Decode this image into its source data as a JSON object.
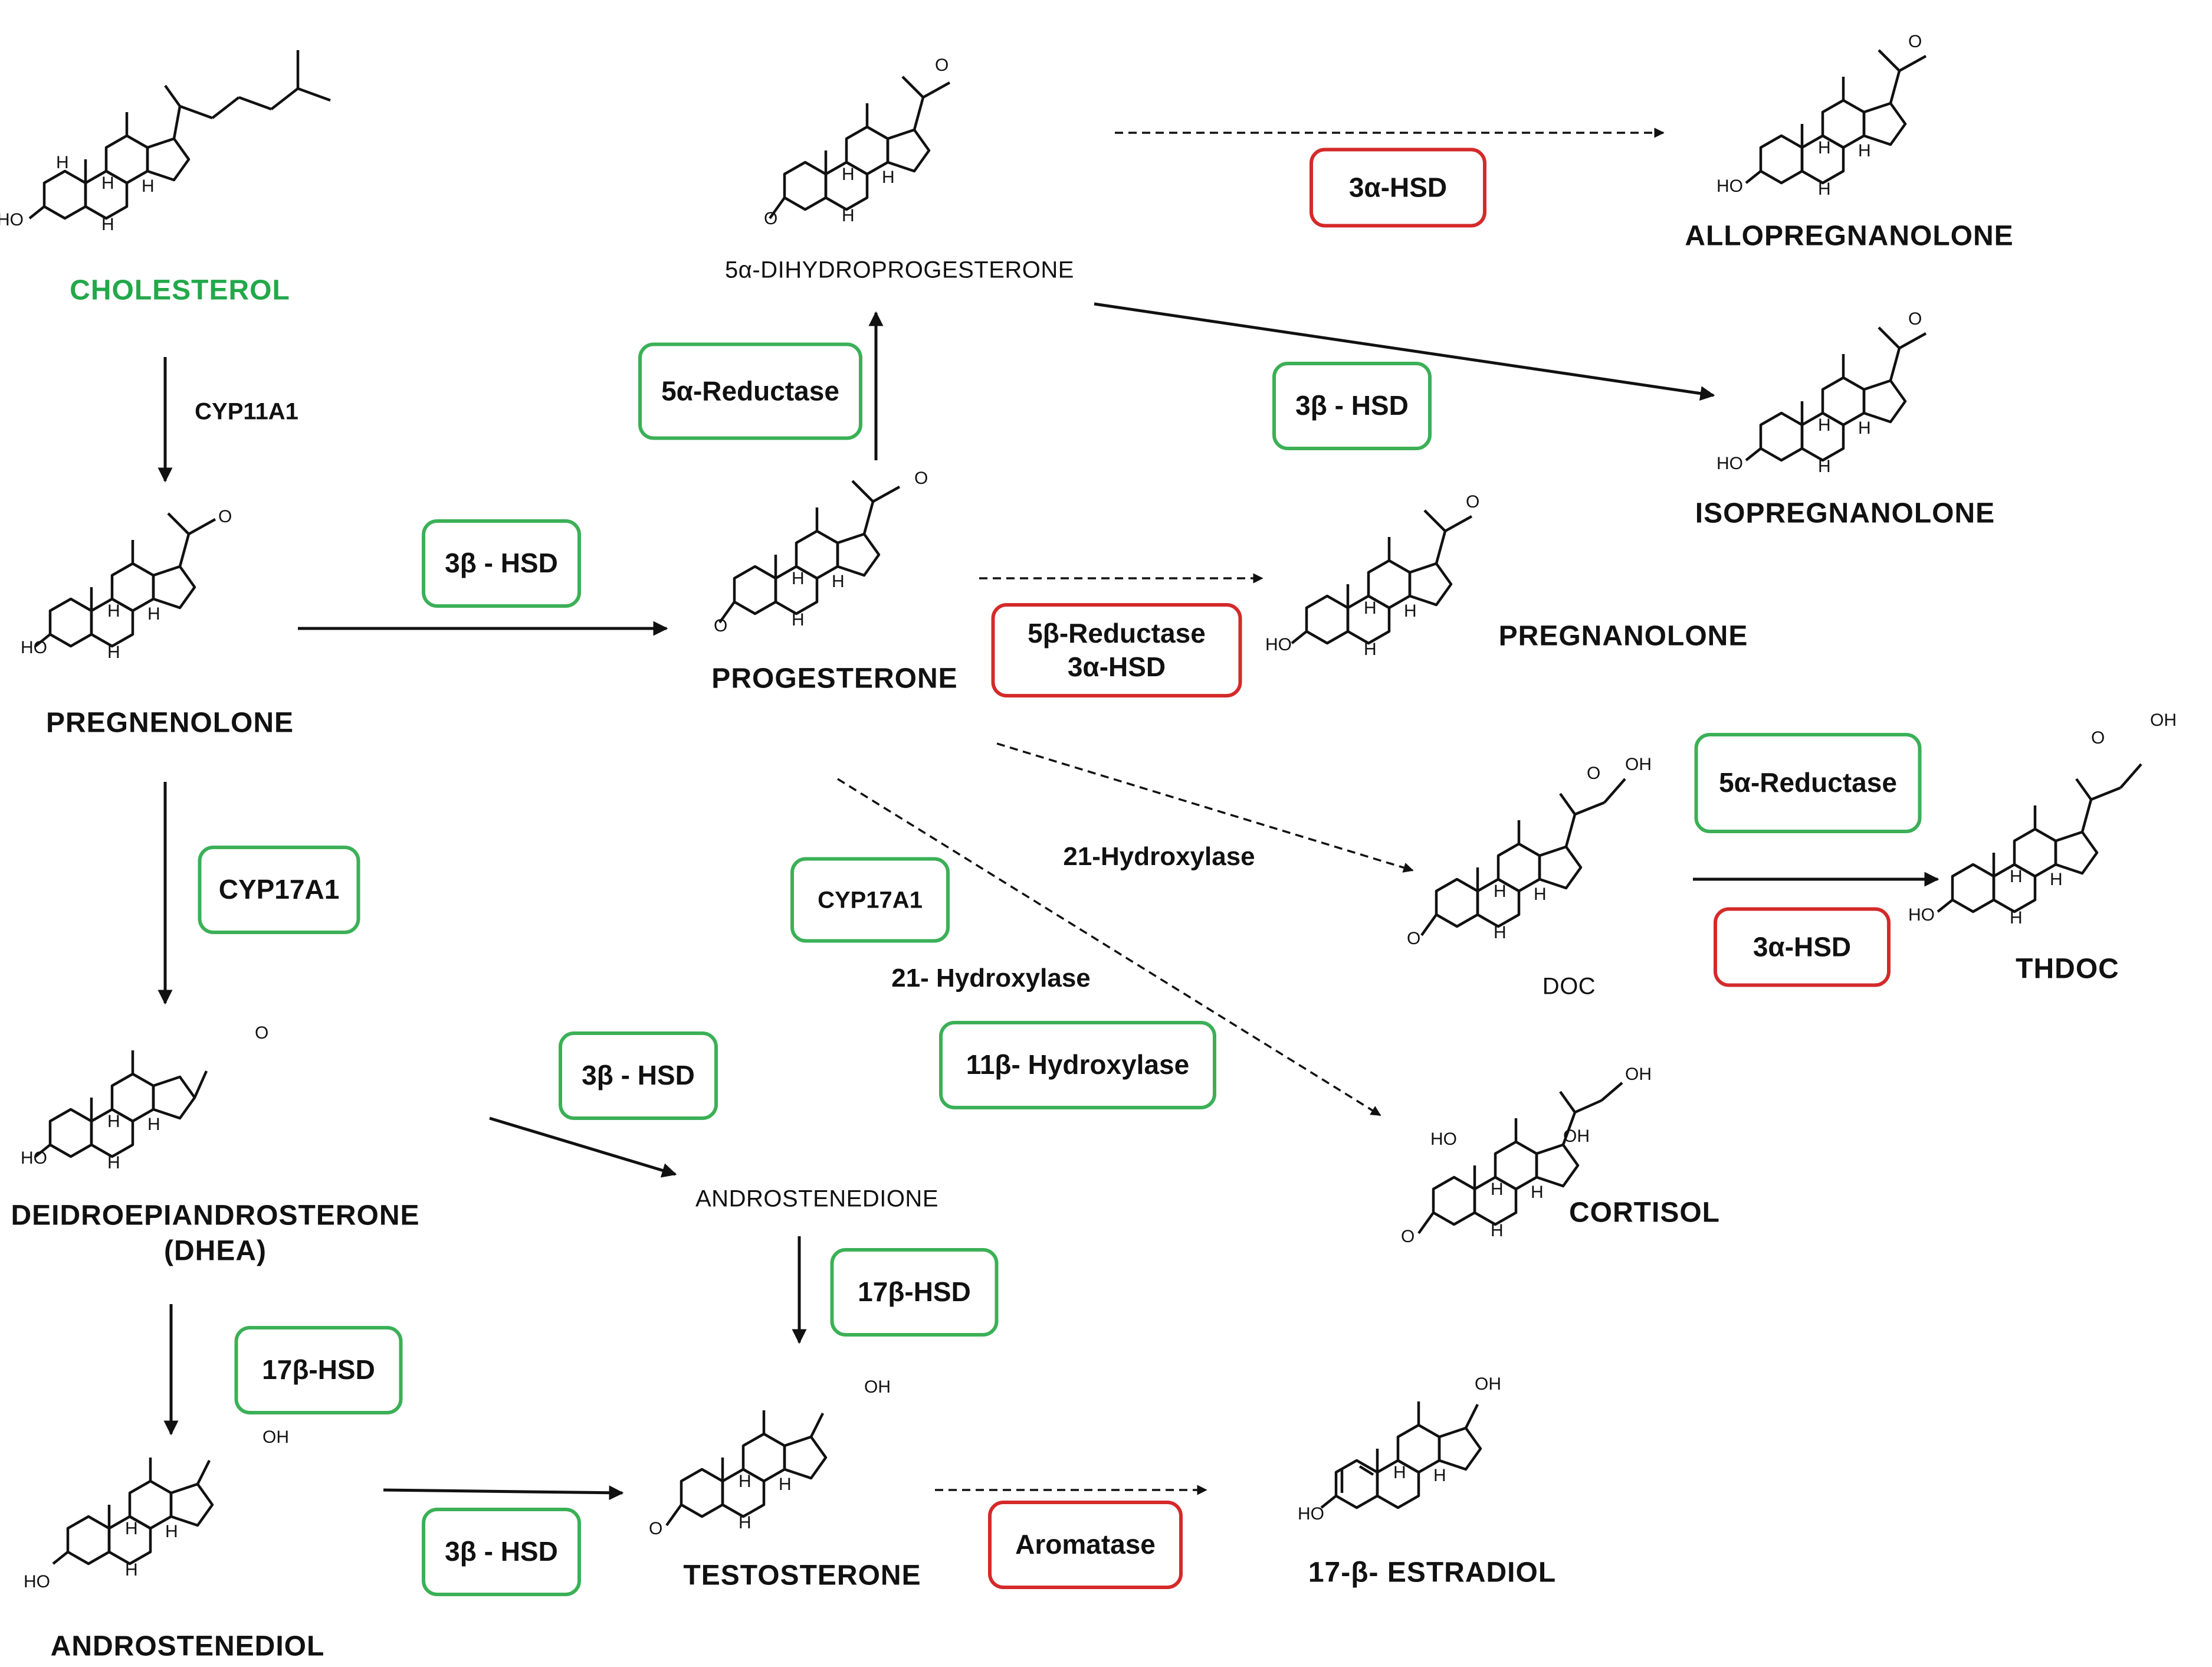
{
  "compounds": {
    "cholesterol": "CHOLESTEROL",
    "pregnenolone": "PREGNENOLONE",
    "dhea_line1": "DEIDROEPIANDROSTERONE",
    "dhea_line2": "(DHEA)",
    "androstenediol": "ANDROSTENEDIOL",
    "dihydroprogesterone": "5α-DIHYDROPROGESTERONE",
    "progesterone": "PROGESTERONE",
    "androstenedione": "ANDROSTENEDIONE",
    "testosterone": "TESTOSTERONE",
    "allopregnanolone": "ALLOPREGNANOLONE",
    "isopregnanolone": "ISOPREGNANOLONE",
    "pregnanolone": "PREGNANOLONE",
    "doc": "DOC",
    "thdoc": "THDOC",
    "cortisol": "CORTISOL",
    "estradiol": "17-β- ESTRADIOL"
  },
  "enzymes": {
    "cyp11a1": "CYP11A1",
    "hsd3b_preg_prog": "3β - HSD",
    "reductase5a_top": "5α-Reductase",
    "hsd3a_allo": "3α-HSD",
    "hsd3b_iso": "3β - HSD",
    "reductase5b": "5β-Reductase",
    "hsd3a_pregnanolone": "3α-HSD",
    "cyp17a1_left": "CYP17A1",
    "cyp17a1_mid": "CYP17A1",
    "hydroxylase21_doc": "21-Hydroxylase",
    "hydroxylase21_cort": "21- Hydroxylase",
    "hydroxylase11b": "11β- Hydroxylase",
    "reductase5a_doc": "5α-Reductase",
    "hsd3a_doc": "3α-HSD",
    "hsd3b_dhea": "3β - HSD",
    "hsd17b_right": "17β-HSD",
    "hsd17b_left": "17β-HSD",
    "hsd3b_bottom": "3β - HSD",
    "aromatase": "Aromatase"
  },
  "atoms": {
    "ho": "HO",
    "h": "H",
    "o": "O",
    "oh": "OH"
  },
  "colors": {
    "green_box": "#3bb057",
    "red_box": "#d42a2a",
    "cholesterol_text": "#22a84a",
    "ink": "#111111"
  }
}
